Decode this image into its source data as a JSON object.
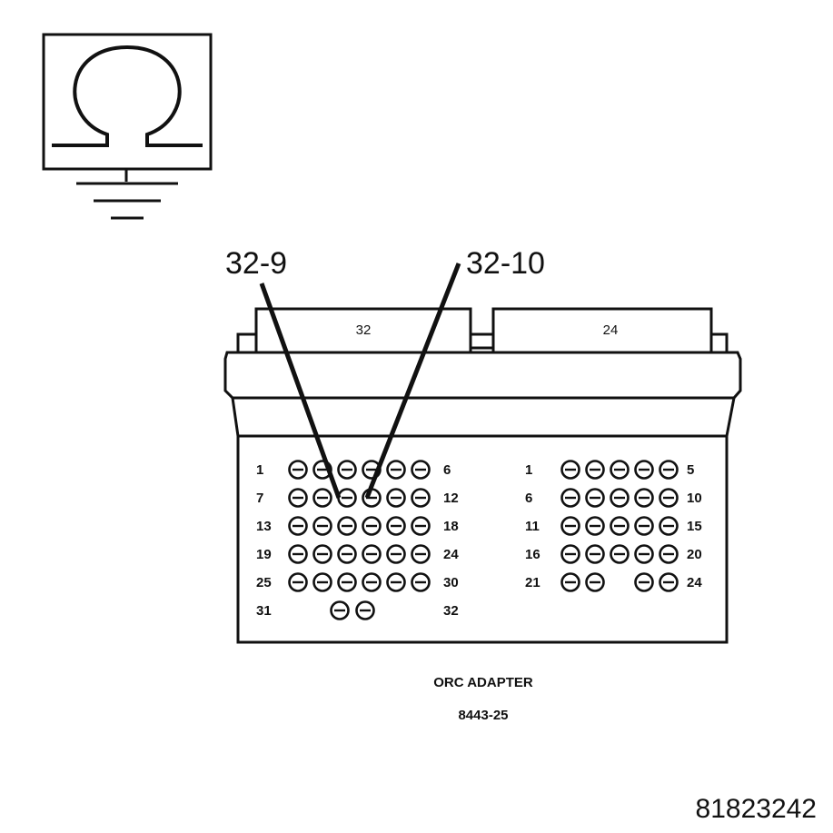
{
  "symbol": {
    "name": "ohmmeter-symbol"
  },
  "callouts": [
    {
      "id": "left",
      "label": "32-9",
      "target_connector": "32",
      "target_cavity": 9
    },
    {
      "id": "right",
      "label": "32-10",
      "target_connector": "32",
      "target_cavity": 10
    }
  ],
  "connectors": [
    {
      "id": "32",
      "header_label": "32",
      "rows": [
        {
          "start_label": "1",
          "end_label": "6",
          "cavities": [
            1,
            2,
            3,
            4,
            5,
            6
          ]
        },
        {
          "start_label": "7",
          "end_label": "12",
          "cavities": [
            7,
            8,
            9,
            10,
            11,
            12
          ]
        },
        {
          "start_label": "13",
          "end_label": "18",
          "cavities": [
            13,
            14,
            15,
            16,
            17,
            18
          ]
        },
        {
          "start_label": "19",
          "end_label": "24",
          "cavities": [
            19,
            20,
            21,
            22,
            23,
            24
          ]
        },
        {
          "start_label": "25",
          "end_label": "30",
          "cavities": [
            25,
            26,
            27,
            28,
            29,
            30
          ]
        },
        {
          "start_label": "31",
          "end_label": "32",
          "cavities": [
            31,
            32
          ]
        }
      ]
    },
    {
      "id": "24",
      "header_label": "24",
      "rows": [
        {
          "start_label": "1",
          "end_label": "5",
          "cavities": [
            1,
            2,
            3,
            4,
            5
          ]
        },
        {
          "start_label": "6",
          "end_label": "10",
          "cavities": [
            6,
            7,
            8,
            9,
            10
          ]
        },
        {
          "start_label": "11",
          "end_label": "15",
          "cavities": [
            11,
            12,
            13,
            14,
            15
          ]
        },
        {
          "start_label": "16",
          "end_label": "20",
          "cavities": [
            16,
            17,
            18,
            19,
            20
          ]
        },
        {
          "start_label": "21",
          "end_label": "24",
          "cavities": [
            21,
            22,
            23,
            24
          ]
        }
      ]
    }
  ],
  "caption": {
    "line1": "ORC ADAPTER",
    "line2": "8443-25"
  },
  "figure_id": "81823242"
}
